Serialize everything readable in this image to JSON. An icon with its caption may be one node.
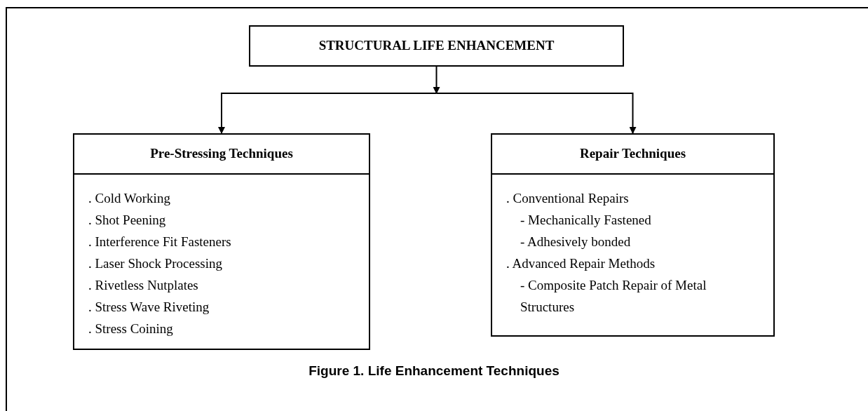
{
  "diagram": {
    "caption": "Figure 1. Life Enhancement Techniques",
    "nodes": [
      {
        "text": [
          "STRUCTURAL LIFE ENHANCEMENT"
        ]
      },
      {
        "text": [
          "Pre-Stressing Techniques",
          ". Cold Working",
          ". Shot Peening",
          ". Interference Fit Fasteners",
          ". Laser Shock Processing",
          ". Rivetless Nutplates",
          ". Stress Wave Riveting",
          ". Stress Coining"
        ]
      },
      {
        "text": [
          "Repair Techniques",
          ". Conventional Repairs",
          "- Mechanically Fastened",
          "- Adhesively bonded",
          ". Advanced Repair Methods",
          "- Composite Patch Repair of Metal Structures"
        ]
      }
    ],
    "edges": [
      {
        "from": 0,
        "to": 1,
        "arrow": "to"
      },
      {
        "from": 0,
        "to": 2,
        "arrow": "to"
      }
    ]
  }
}
